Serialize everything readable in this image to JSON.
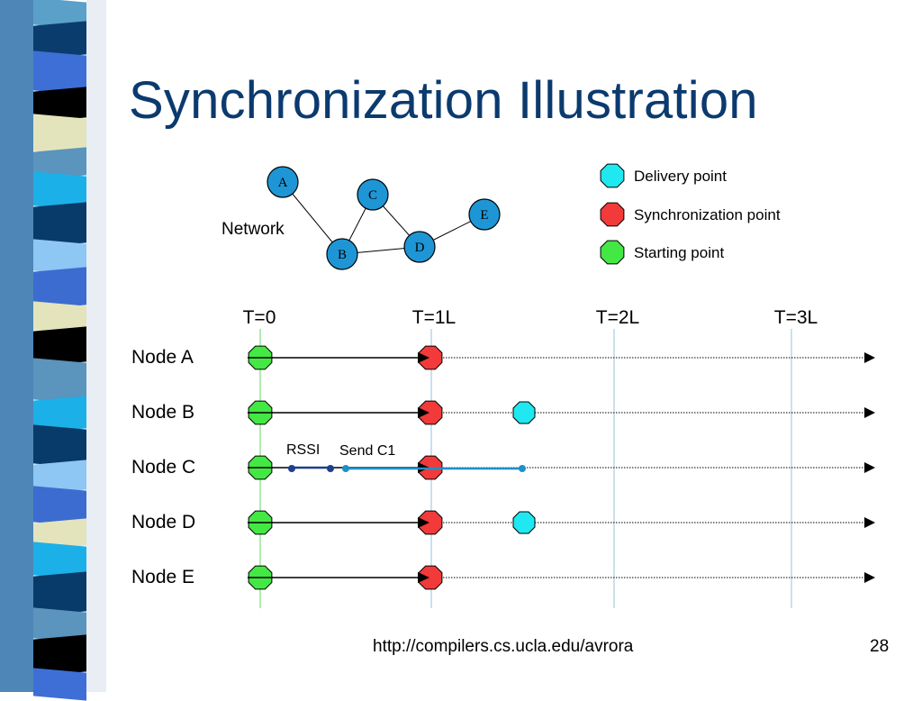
{
  "slide": {
    "title": "Synchronization Illustration",
    "footer_url": "http://compilers.cs.ucla.edu/avrora",
    "page_number": "28"
  },
  "network": {
    "label": "Network",
    "nodes": [
      "A",
      "C",
      "E",
      "D",
      "B"
    ],
    "edges": [
      [
        "A",
        "B"
      ],
      [
        "B",
        "C"
      ],
      [
        "C",
        "D"
      ],
      [
        "B",
        "D"
      ],
      [
        "D",
        "E"
      ]
    ],
    "node_color": "#1e96d6"
  },
  "legend": {
    "items": [
      {
        "label": "Delivery point",
        "color": "#1fe8f0"
      },
      {
        "label": "Synchronization point",
        "color": "#f23a3a"
      },
      {
        "label": "Starting point",
        "color": "#44e844"
      }
    ]
  },
  "timeline": {
    "time_labels": [
      "T=0",
      "T=1L",
      "T=2L",
      "T=3L"
    ],
    "rows": [
      {
        "label": "Node A",
        "delivery": false
      },
      {
        "label": "Node B",
        "delivery": true
      },
      {
        "label": "Node C",
        "delivery": false
      },
      {
        "label": "Node D",
        "delivery": true
      },
      {
        "label": "Node E",
        "delivery": false
      }
    ],
    "annotations": {
      "rssi": "RSSI",
      "send": "Send C1"
    }
  },
  "colors": {
    "title": "#0b3a6e",
    "gridline": "#a8cbe6",
    "start_gridline": "#7ee07e",
    "rssi_line": "#1f3f8f",
    "send_line": "#1e90c8"
  }
}
